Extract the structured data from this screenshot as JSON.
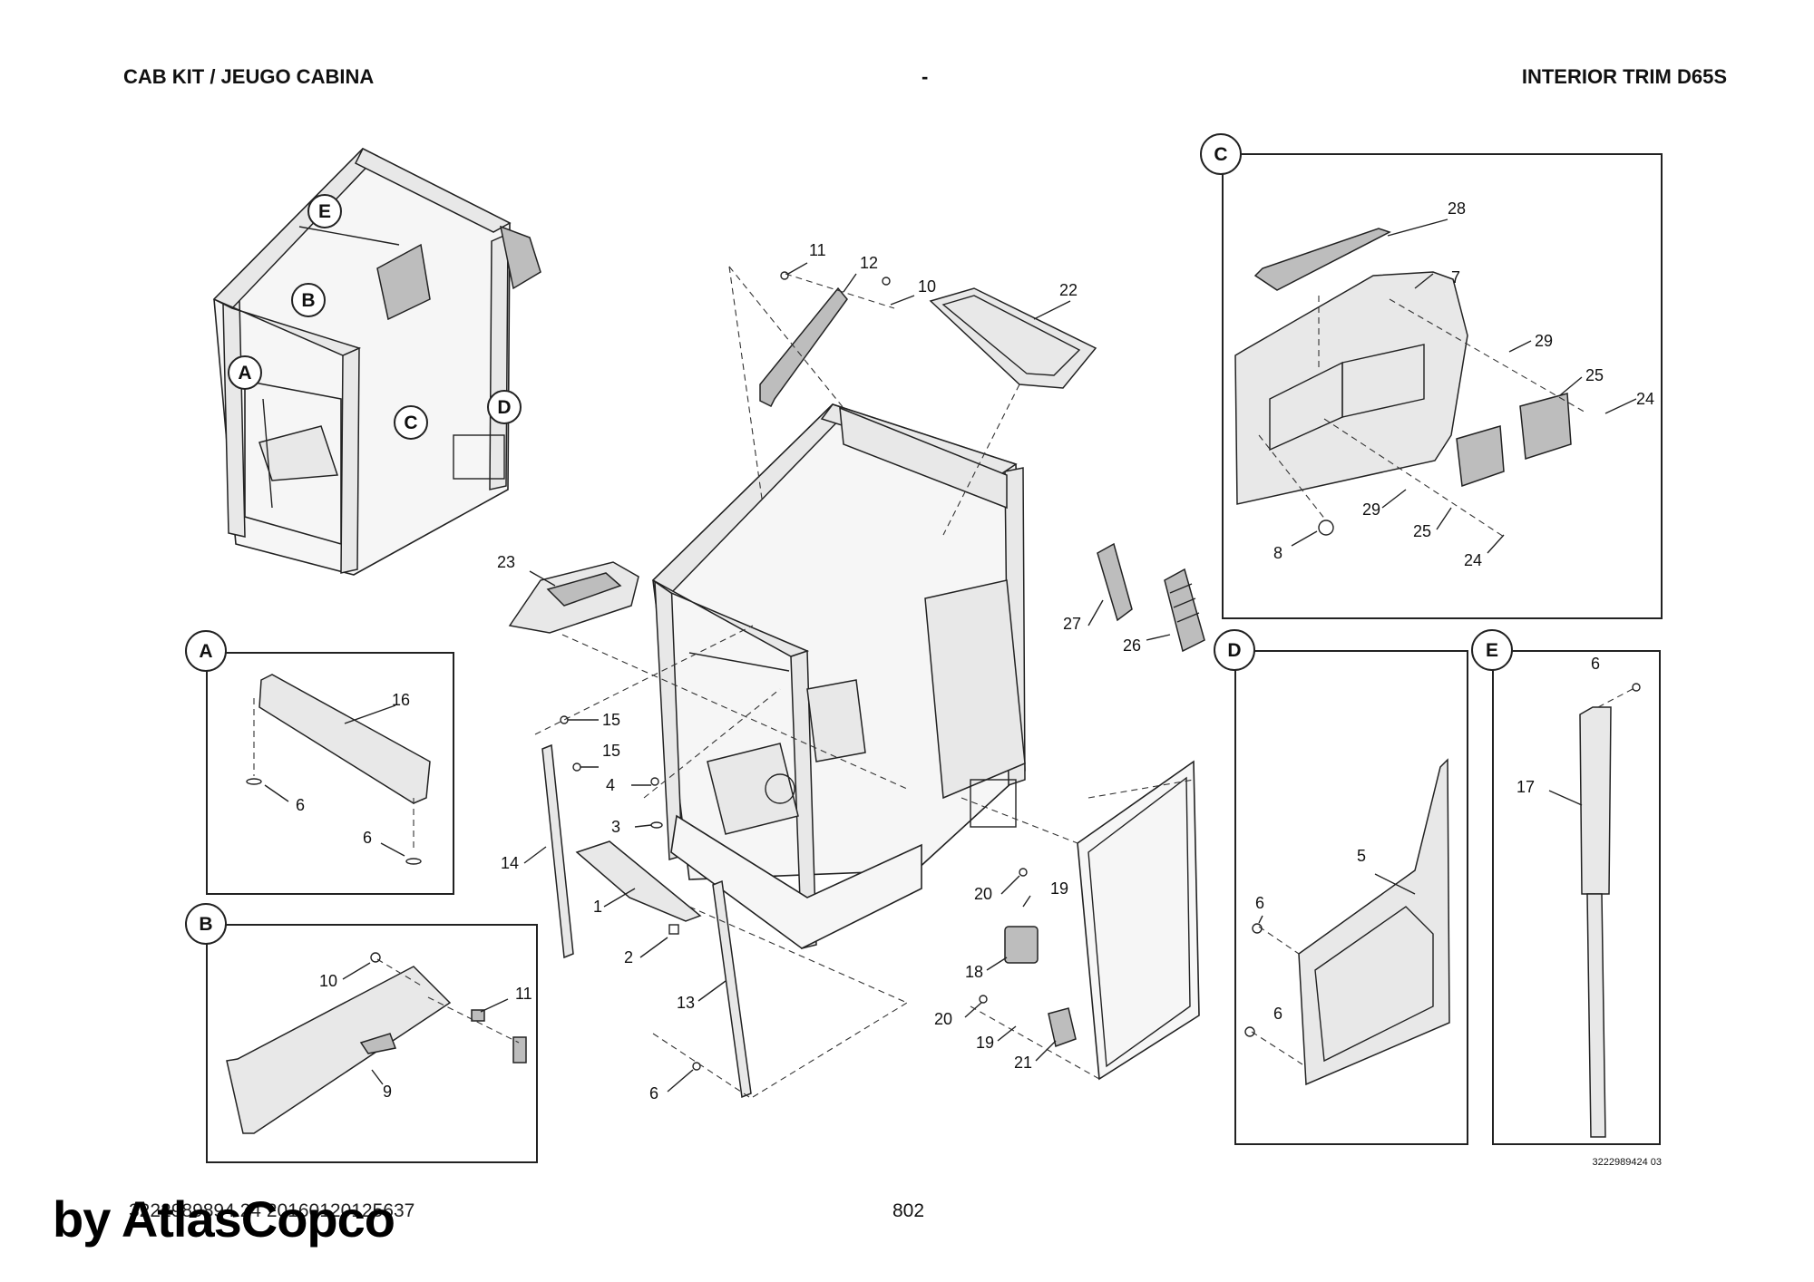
{
  "header": {
    "left_title": "CAB KIT / JEUGO CABINA",
    "center": "-",
    "right_title": "INTERIOR TRIM D65S"
  },
  "callouts": {
    "n1": "1",
    "n2": "2",
    "n3": "3",
    "n4": "4",
    "n6a": "6",
    "n10": "10",
    "n11": "11",
    "n12": "12",
    "n13": "13",
    "n14": "14",
    "n15a": "15",
    "n15b": "15",
    "n18": "18",
    "n19a": "19",
    "n19b": "19",
    "n20a": "20",
    "n20b": "20",
    "n21": "21",
    "n22": "22",
    "n23": "23",
    "n26": "26",
    "n27": "27"
  },
  "detail_views": {
    "A": {
      "letter": "A",
      "labels": {
        "n16": "16",
        "n6a": "6",
        "n6b": "6"
      }
    },
    "B": {
      "letter": "B",
      "labels": {
        "n10": "10",
        "n11": "11",
        "n9": "9"
      }
    },
    "C": {
      "letter": "C",
      "labels": {
        "n28": "28",
        "n7": "7",
        "n29a": "29",
        "n25a": "25",
        "n24a": "24",
        "n29b": "29",
        "n25b": "25",
        "n24b": "24",
        "n8": "8"
      }
    },
    "D": {
      "letter": "D",
      "labels": {
        "n5": "5",
        "n6a": "6",
        "n6b": "6"
      }
    },
    "E": {
      "letter": "E",
      "labels": {
        "n6": "6",
        "n17": "17"
      }
    }
  },
  "overview_markers": [
    "E",
    "B",
    "A",
    "C",
    "D"
  ],
  "drawing_reference": "3222989424 03",
  "footer": {
    "code": "3222989894 24 20160120125637",
    "page_number": "802",
    "watermark": "by AtlasCopco"
  }
}
